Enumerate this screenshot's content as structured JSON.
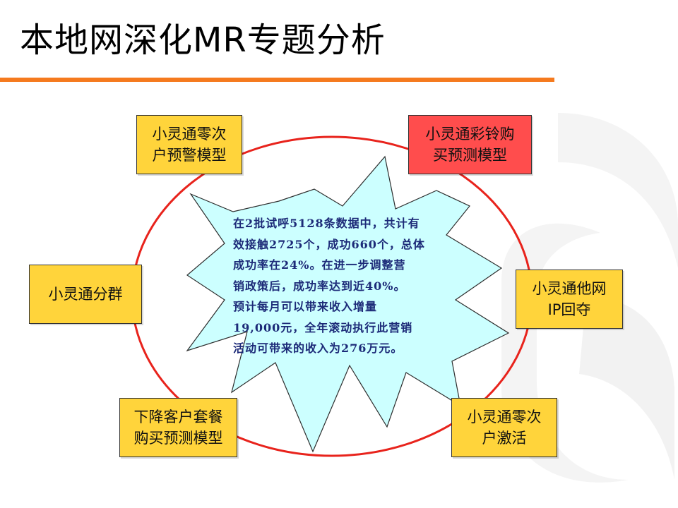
{
  "slide": {
    "title": "本地网深化MR专题分析",
    "colors": {
      "accent_rule": "#f57a1e",
      "ring": "#e8231c",
      "box_yellow": "#ffd43b",
      "box_red": "#ff4d4d",
      "burst_fill": "#ccffff",
      "burst_text": "#1c2a78"
    }
  },
  "diagram": {
    "nodes": [
      {
        "id": "zero-warning",
        "lines": [
          "小灵通零次",
          "户预警模型"
        ],
        "fill": "#ffd43b"
      },
      {
        "id": "ringtone",
        "lines": [
          "小灵通彩铃购",
          "买预测模型"
        ],
        "fill": "#ff4d4d"
      },
      {
        "id": "segment",
        "lines": [
          "小灵通分群"
        ],
        "fill": "#ffd43b"
      },
      {
        "id": "ip-winback",
        "lines": [
          "小灵通他网",
          "IP回夺"
        ],
        "fill": "#ffd43b"
      },
      {
        "id": "downgrade",
        "lines": [
          "下降客户套餐",
          "购买预测模型"
        ],
        "fill": "#ffd43b"
      },
      {
        "id": "zero-activate",
        "lines": [
          "小灵通零次",
          "户激活"
        ],
        "fill": "#ffd43b"
      }
    ],
    "burst_lines": [
      "在2批试呼5128条数据中，共计有",
      "效接触2725个，成功660个，总体",
      "成功率在24%。在进一步调整营",
      "销政策后，成功率达到近40%。",
      "预计每月可以带来收入增量",
      "19,000元，全年滚动执行此营销",
      "活动可带来的收入为276万元。"
    ]
  }
}
